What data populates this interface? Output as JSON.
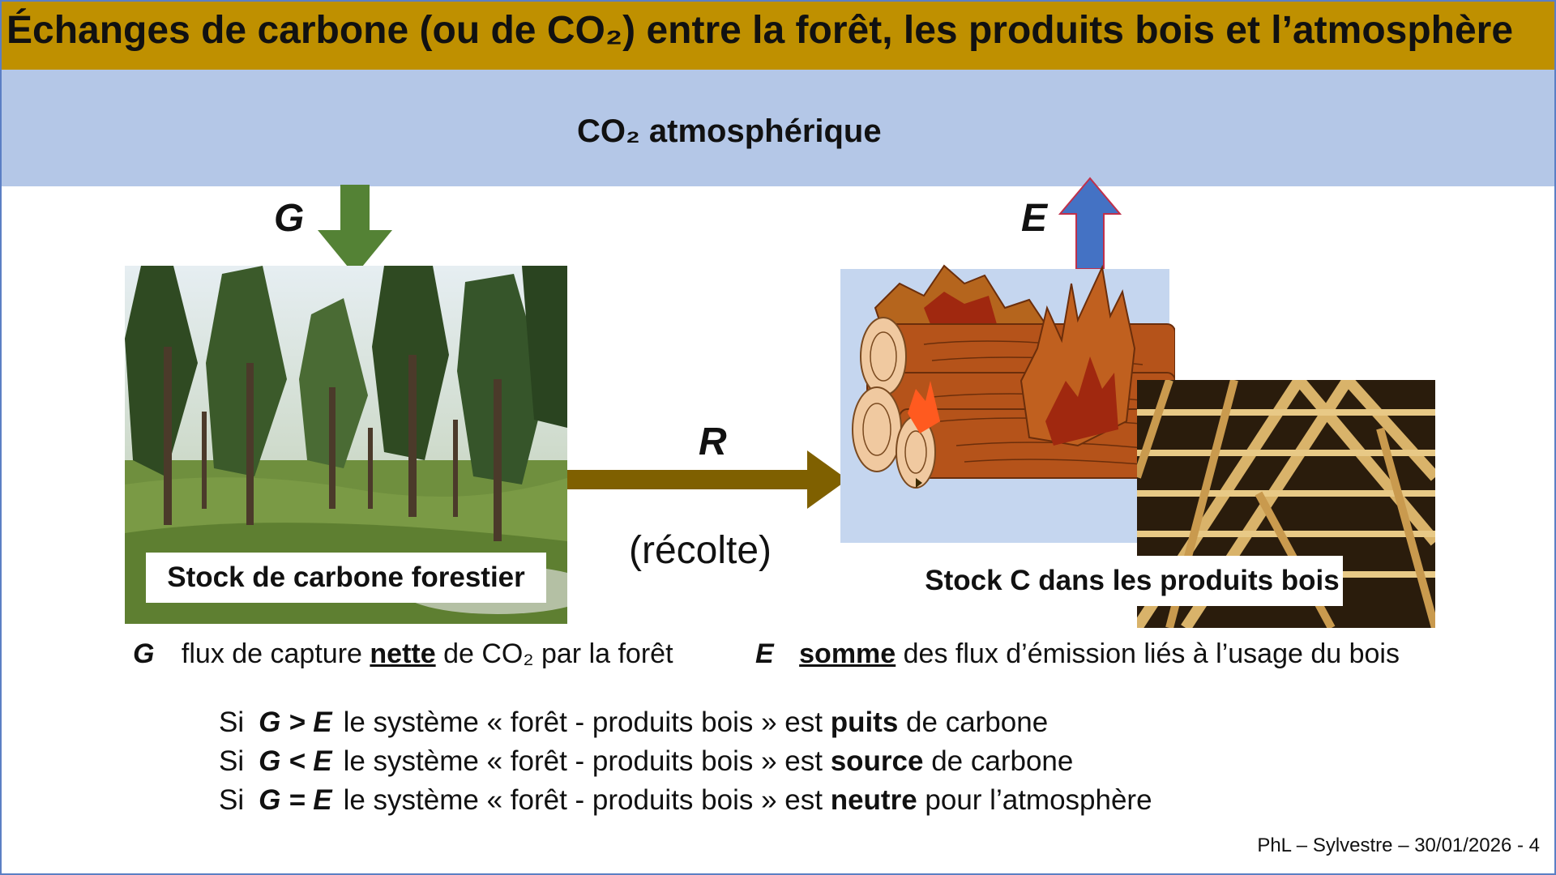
{
  "title": "Échanges de carbone (ou de CO₂) entre la forêt, les produits bois et l’atmosphère",
  "atmosphere_label": "CO₂  atmosphérique",
  "flux": {
    "g_letter": "G",
    "e_letter": "E",
    "r_letter": "R",
    "r_caption": "(récolte)"
  },
  "boxes": {
    "forest_label": "Stock de carbone forestier",
    "products_label": "Stock C dans les produits bois"
  },
  "legend": {
    "g_symbol": "G",
    "g_text_1": "flux de capture ",
    "g_emph": "nette",
    "g_text_2": " de CO₂ par la forêt",
    "e_symbol": "E",
    "e_emph": "somme",
    "e_text": " des flux d’émission liés à l’usage du bois"
  },
  "conditions": [
    {
      "si": "Si",
      "relation": "G > E",
      "text": "le système « forêt - produits bois » est ",
      "keyword": "puits",
      "tail": " de carbone"
    },
    {
      "si": "Si",
      "relation": "G < E",
      "text": "le système « forêt - produits bois » est ",
      "keyword": "source",
      "tail": " de carbone"
    },
    {
      "si": "Si",
      "relation": "G = E",
      "text": "le système « forêt - produits bois » est ",
      "keyword": "neutre",
      "tail": " pour l’atmosphère"
    }
  ],
  "footer": "PhL – Sylvestre – 30/01/2026 - 4",
  "colors": {
    "title_bar": "#bf9000",
    "atmosphere_band": "#b4c7e7",
    "arrow_g": "#548235",
    "arrow_e": "#4472c4",
    "arrow_r": "#7f6000"
  }
}
